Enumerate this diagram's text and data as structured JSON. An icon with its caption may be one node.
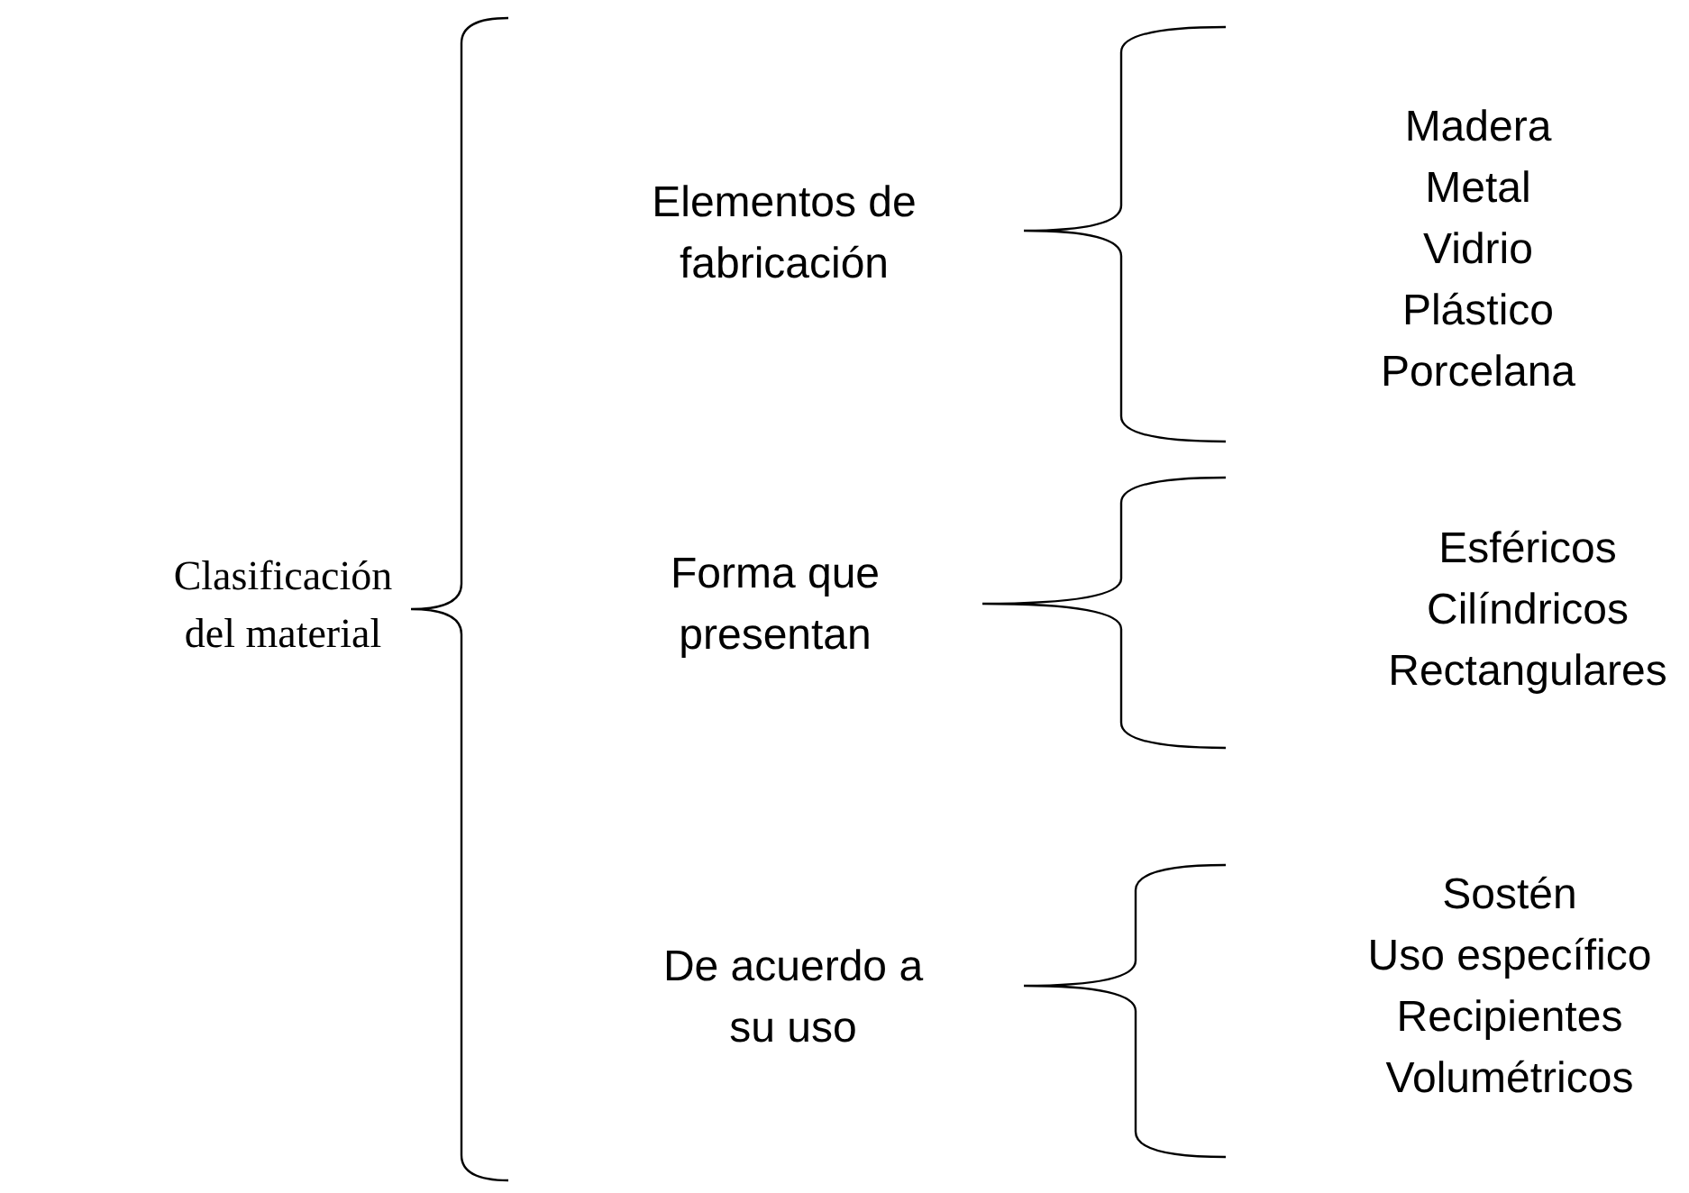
{
  "diagram": {
    "nodes": [
      {
        "text": [
          "Clasificación del material"
        ]
      },
      {
        "text": [
          "Elementos de fabricación"
        ]
      },
      {
        "text": [
          "Forma que presentan"
        ]
      },
      {
        "text": [
          "De acuerdo a su uso"
        ]
      },
      {
        "text": [
          "Madera",
          "Metal",
          "Vidrio",
          "Plástico",
          "Porcelana"
        ]
      },
      {
        "text": [
          "Esféricos",
          "Cilíndricos",
          "Rectangulares"
        ]
      },
      {
        "text": [
          "Sostén",
          "Uso específico",
          "Recipientes",
          "Volumétricos"
        ]
      }
    ]
  }
}
